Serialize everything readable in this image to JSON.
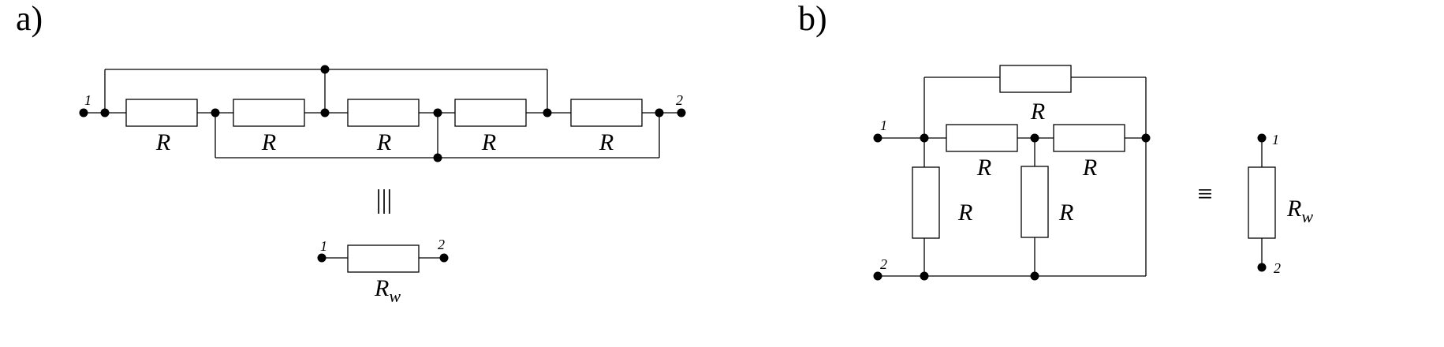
{
  "panel_a": {
    "label": "a)",
    "resistor_label": "R",
    "terminal_1": "1",
    "terminal_2": "2",
    "equiv_symbol": "|||",
    "result_main": "R",
    "result_sub": "w"
  },
  "panel_b": {
    "label": "b)",
    "resistor_label": "R",
    "terminal_1": "1",
    "terminal_2": "2",
    "equiv_symbol": "≡",
    "result_main": "R",
    "result_sub": "w"
  }
}
